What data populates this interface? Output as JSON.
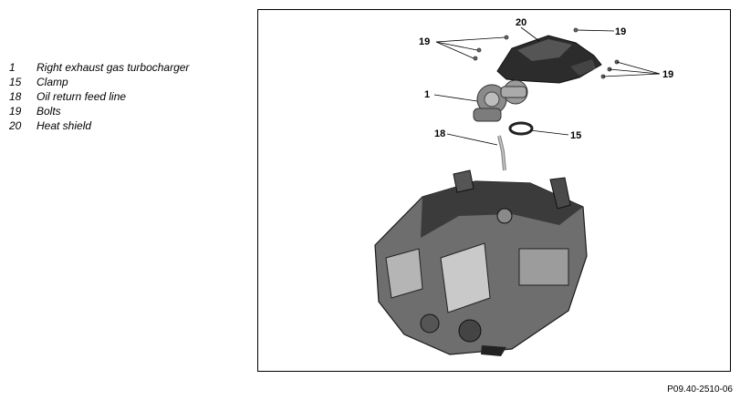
{
  "legend": {
    "items": [
      {
        "num": "1",
        "text": "Right exhaust gas turbocharger"
      },
      {
        "num": "15",
        "text": "Clamp"
      },
      {
        "num": "18",
        "text": "Oil return feed line"
      },
      {
        "num": "19",
        "text": "Bolts"
      },
      {
        "num": "20",
        "text": "Heat shield"
      }
    ]
  },
  "callouts": {
    "c20": "20",
    "c19a": "19",
    "c19b": "19",
    "c19c": "19",
    "c1": "1",
    "c18": "18",
    "c15": "15"
  },
  "figure_id": "P09.40-2510-06"
}
